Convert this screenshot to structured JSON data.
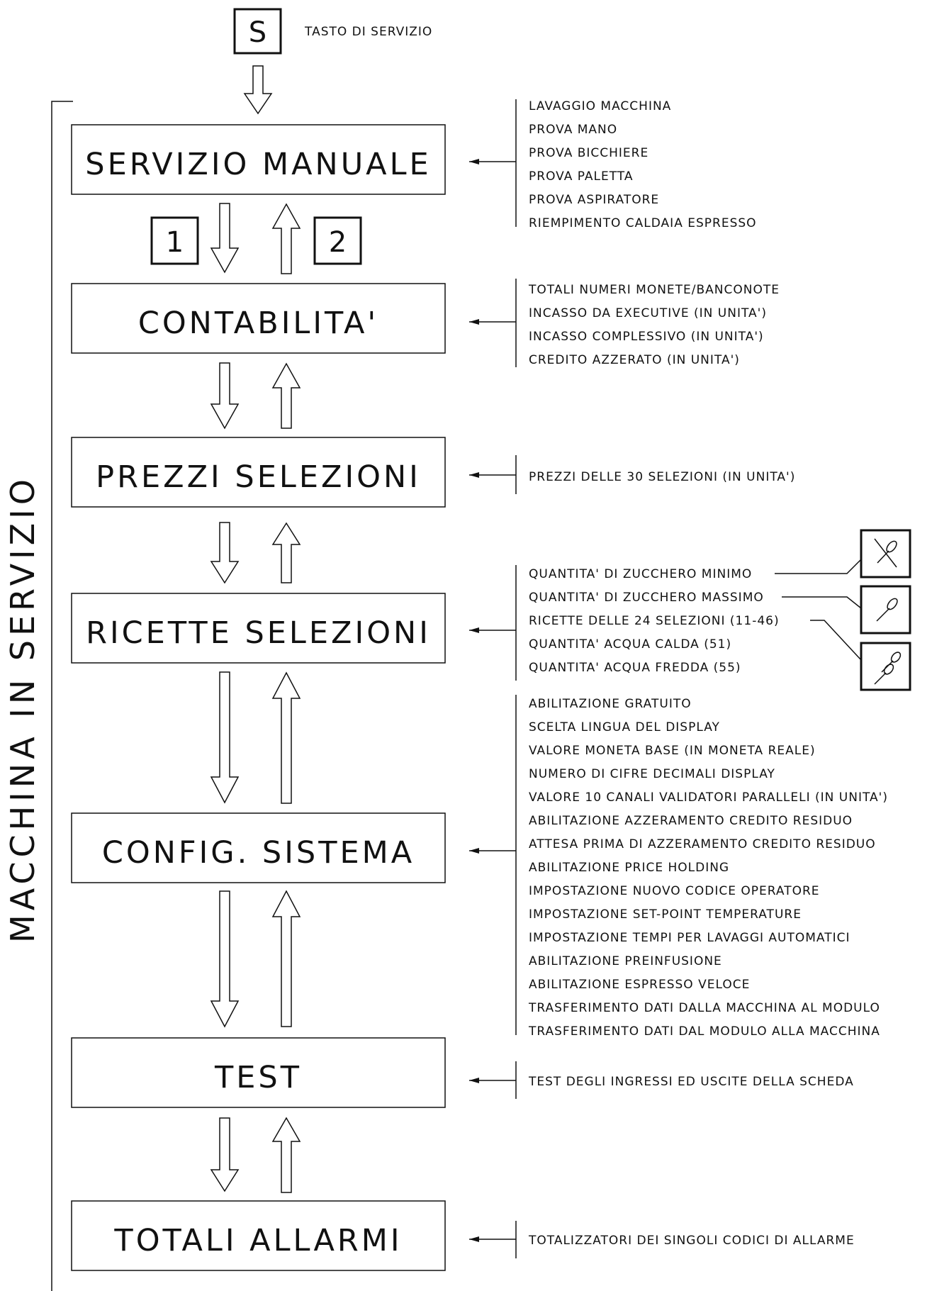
{
  "service_key": {
    "label": "S",
    "caption": "TASTO DI SERVIZIO"
  },
  "side_label": "MACCHINA IN SERVIZIO",
  "nav_keys": {
    "down": "1",
    "up": "2"
  },
  "menus": [
    {
      "title": "SERVIZIO MANUALE",
      "items": [
        "LAVAGGIO MACCHINA",
        "PROVA MANO",
        "PROVA BICCHIERE",
        "PROVA PALETTA",
        "PROVA ASPIRATORE",
        "RIEMPIMENTO CALDAIA ESPRESSO"
      ]
    },
    {
      "title": "CONTABILITA'",
      "items": [
        "TOTALI NUMERI MONETE/BANCONOTE",
        "INCASSO DA EXECUTIVE (IN UNITA')",
        "INCASSO COMPLESSIVO (IN UNITA')",
        "CREDITO AZZERATO (IN UNITA')"
      ]
    },
    {
      "title": "PREZZI SELEZIONI",
      "items": [
        "PREZZI DELLE 30 SELEZIONI (IN UNITA')"
      ]
    },
    {
      "title": "RICETTE SELEZIONI",
      "items": [
        "QUANTITA' DI ZUCCHERO MINIMO",
        "QUANTITA' DI ZUCCHERO MASSIMO",
        "RICETTE DELLE 24 SELEZIONI (11-46)",
        "QUANTITA' ACQUA CALDA (51)",
        "QUANTITA' ACQUA FREDDA (55)"
      ]
    },
    {
      "title": "CONFIG. SISTEMA",
      "items": [
        "ABILITAZIONE GRATUITO",
        "SCELTA LINGUA DEL DISPLAY",
        "VALORE MONETA BASE (IN MONETA REALE)",
        "NUMERO DI CIFRE DECIMALI DISPLAY",
        "VALORE 10 CANALI VALIDATORI PARALLELI (IN UNITA')",
        "ABILITAZIONE AZZERAMENTO CREDITO RESIDUO",
        "ATTESA PRIMA DI AZZERAMENTO CREDITO RESIDUO",
        "ABILITAZIONE PRICE HOLDING",
        "IMPOSTAZIONE NUOVO CODICE OPERATORE",
        "IMPOSTAZIONE SET-POINT TEMPERATURE",
        "IMPOSTAZIONE TEMPI PER LAVAGGI AUTOMATICI",
        "ABILITAZIONE PREINFUSIONE",
        "ABILITAZIONE ESPRESSO VELOCE",
        "TRASFERIMENTO DATI DALLA MACCHINA AL MODULO",
        "TRASFERIMENTO DATI DAL MODULO ALLA MACCHINA"
      ]
    },
    {
      "title": "TEST",
      "items": [
        "TEST DEGLI INGRESSI ED USCITE DELLA SCHEDA"
      ]
    },
    {
      "title": "TOTALI ALLARMI",
      "items": [
        "TOTALIZZATORI DEI SINGOLI CODICI DI ALLARME"
      ]
    }
  ],
  "sugar_icons": [
    "no-spoon-icon",
    "one-spoon-icon",
    "two-spoons-icon"
  ]
}
